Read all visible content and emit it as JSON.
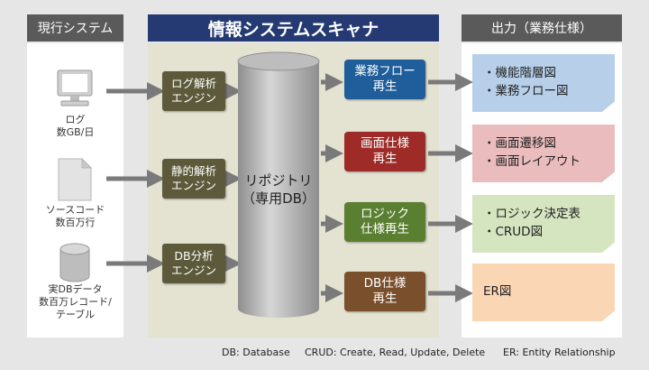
{
  "headers": {
    "left": "現行システム",
    "center": "情報システムスキャナ",
    "right": "出力（業務仕様）"
  },
  "sources": [
    {
      "icon": "computer-icon",
      "lines": [
        "ログ",
        "数GB/日"
      ]
    },
    {
      "icon": "document-icon",
      "lines": [
        "ソースコード",
        "数百万行"
      ]
    },
    {
      "icon": "database-icon",
      "lines": [
        "実DBデータ",
        "数百万レコード/",
        "テーブル"
      ]
    }
  ],
  "engines": [
    {
      "lines": [
        "ログ解析",
        "エンジン"
      ]
    },
    {
      "lines": [
        "静的解析",
        "エンジン"
      ]
    },
    {
      "lines": [
        "DB分析",
        "エンジン"
      ]
    }
  ],
  "repository": {
    "lines": [
      "リポジトリ",
      "（専用DB）"
    ]
  },
  "reproductions": [
    {
      "lines": [
        "業務フロー",
        "再生"
      ],
      "color": "#1f5e9a"
    },
    {
      "lines": [
        "画面仕様",
        "再生"
      ],
      "color": "#9e2b27"
    },
    {
      "lines": [
        "ロジック",
        "仕様再生"
      ],
      "color": "#5a7f31"
    },
    {
      "lines": [
        "DB仕様",
        "再生"
      ],
      "color": "#7a4f2c"
    }
  ],
  "outputs": [
    {
      "lines": [
        "・機能階層図",
        "・業務フロー図"
      ],
      "color": "#b7cfe9"
    },
    {
      "lines": [
        "・画面遷移図",
        "・画面レイアウト"
      ],
      "color": "#ebbcbd"
    },
    {
      "lines": [
        "・ロジック決定表",
        "・CRUD図"
      ],
      "color": "#d5e5c0"
    },
    {
      "lines": [
        "ER図"
      ],
      "color": "#fbd6b5"
    }
  ],
  "footnotes": [
    "DB: Database",
    "CRUD: Create, Read, Update, Delete",
    "ER: Entity Relationship"
  ]
}
